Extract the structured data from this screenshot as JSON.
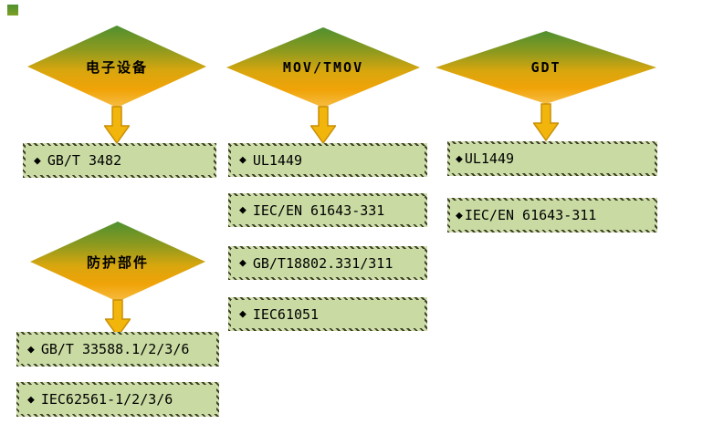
{
  "diagram": {
    "groups": [
      {
        "diamond_label": "电子设备",
        "boxes": [
          {
            "bullet": "◆",
            "label": "GB/T 3482"
          }
        ]
      },
      {
        "diamond_label": "防护部件",
        "boxes": [
          {
            "bullet": "◆",
            "label": "GB/T 33588.1/2/3/6"
          },
          {
            "bullet": "◆",
            "label": "IEC62561-1/2/3/6"
          }
        ]
      },
      {
        "diamond_label": "MOV/TMOV",
        "boxes": [
          {
            "bullet": "◆",
            "label": "UL1449"
          },
          {
            "bullet": "◆",
            "label": "IEC/EN 61643-331"
          },
          {
            "bullet": "◆",
            "label": "GB/T18802.331/311"
          },
          {
            "bullet": "◆",
            "label": "IEC61051"
          }
        ]
      },
      {
        "diamond_label": "GDT",
        "boxes": [
          {
            "bullet": "◆",
            "label": "UL1449"
          },
          {
            "bullet": "◆",
            "label": "IEC/EN 61643-311"
          }
        ]
      }
    ],
    "colors": {
      "diamond_gradient_top": "#4f9030",
      "diamond_gradient_bottom": "#f7bd45",
      "box_fill": "#c9dba3",
      "box_border": "#3f3f28",
      "arrow_fill": "#f2b50c",
      "arrow_stroke": "#c98f05"
    }
  }
}
